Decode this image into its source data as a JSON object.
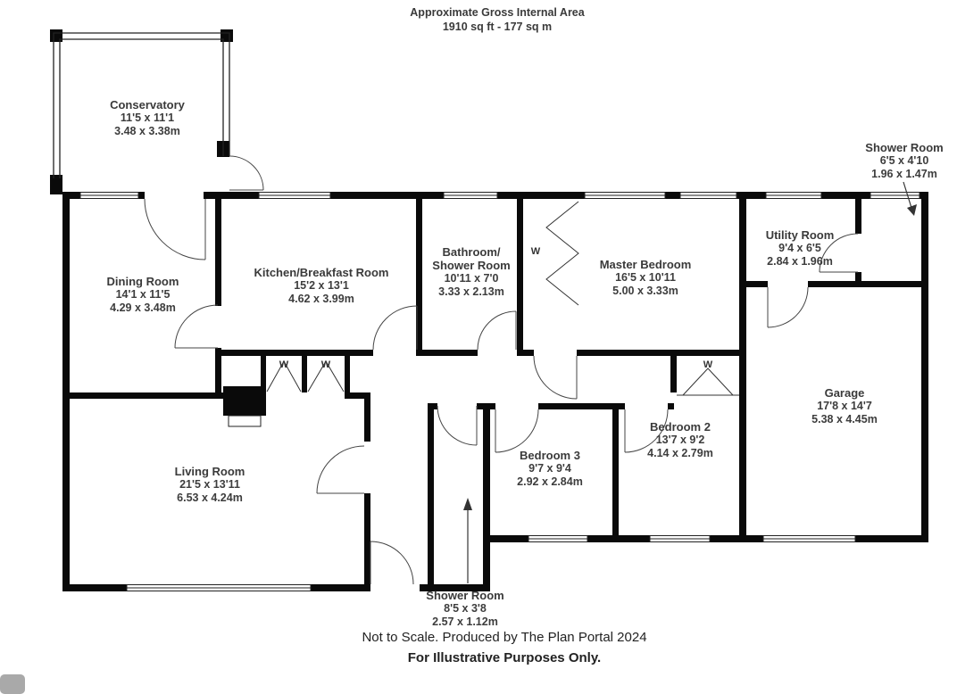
{
  "header": {
    "title": "Approximate Gross Internal Area",
    "subtitle": "1910 sq ft - 177 sq m"
  },
  "footer": {
    "line1": "Not to Scale. Produced by The Plan Portal 2024",
    "line2": "For Illustrative Purposes Only."
  },
  "labels": {
    "wardrobe": "W"
  },
  "rooms": {
    "conservatory": {
      "name": "Conservatory",
      "imperial": "11'5 x 11'1",
      "metric": "3.48 x 3.38m"
    },
    "dining_room": {
      "name": "Dining Room",
      "imperial": "14'1 x 11'5",
      "metric": "4.29 x 3.48m"
    },
    "kitchen": {
      "name": "Kitchen/Breakfast Room",
      "imperial": "15'2 x 13'1",
      "metric": "4.62 x 3.99m"
    },
    "bathroom": {
      "name_line1": "Bathroom/",
      "name_line2": "Shower Room",
      "imperial": "10'11 x 7'0",
      "metric": "3.33 x 2.13m"
    },
    "master_bedroom": {
      "name": "Master Bedroom",
      "imperial": "16'5 x 10'11",
      "metric": "5.00 x 3.33m"
    },
    "shower_room_top": {
      "name": "Shower Room",
      "imperial": "6'5 x 4'10",
      "metric": "1.96 x 1.47m"
    },
    "utility_room": {
      "name": "Utility Room",
      "imperial": "9'4 x 6'5",
      "metric": "2.84 x 1.96m"
    },
    "garage": {
      "name": "Garage",
      "imperial": "17'8 x 14'7",
      "metric": "5.38 x 4.45m"
    },
    "bedroom_2": {
      "name": "Bedroom 2",
      "imperial": "13'7 x 9'2",
      "metric": "4.14 x 2.79m"
    },
    "bedroom_3": {
      "name": "Bedroom 3",
      "imperial": "9'7 x 9'4",
      "metric": "2.92 x 2.84m"
    },
    "living_room": {
      "name": "Living Room",
      "imperial": "21'5 x 13'11",
      "metric": "6.53 x 4.24m"
    },
    "shower_room_bottom": {
      "name": "Shower Room",
      "imperial": "8'5 x 3'8",
      "metric": "2.57 x 1.12m"
    }
  }
}
